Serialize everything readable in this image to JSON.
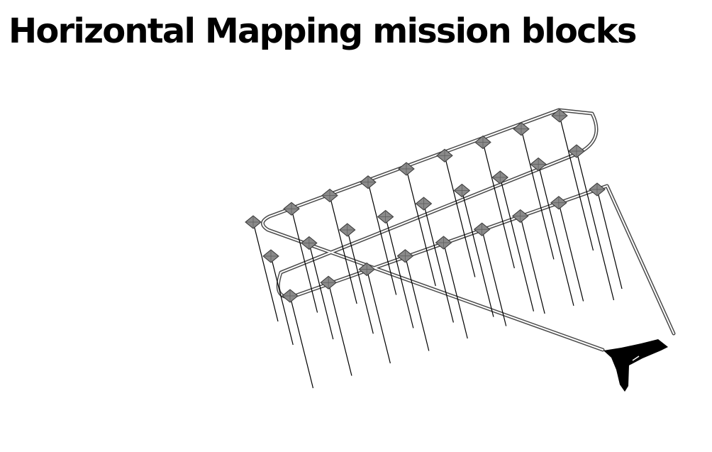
{
  "title": "Horizontal Mapping mission blocks",
  "colors": {
    "background": "#ffffff",
    "text": "#000000",
    "waypoint_fill": "#8a8a8a",
    "waypoint_stroke": "#333333",
    "path_stroke": "#4a4a4a",
    "drone": "#000000"
  },
  "diagram": {
    "flight_lines": 3,
    "waypoints_per_line": [
      9,
      9,
      9
    ],
    "icons": [
      "waypoint-diamond-icon",
      "fixed-wing-drone-icon"
    ]
  }
}
